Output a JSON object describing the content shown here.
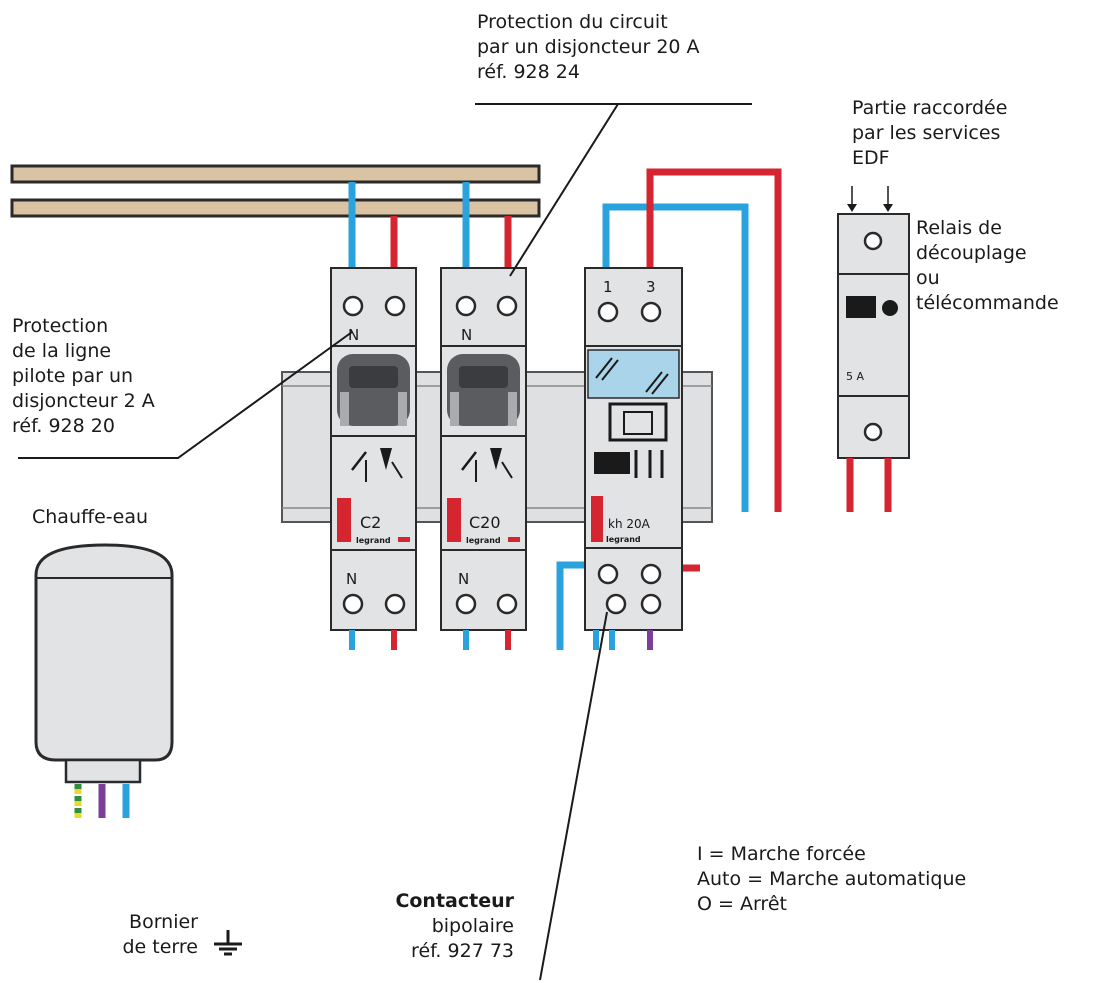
{
  "labels": {
    "breaker20": [
      "Protection du circuit",
      "par un disjoncteur 20 A",
      "réf. 928 24"
    ],
    "edf": [
      "Partie raccordée",
      "par les services",
      "EDF"
    ],
    "relay": [
      "Relais de",
      "découplage",
      "ou",
      "télécommande"
    ],
    "breaker2": [
      "Protection",
      "de la ligne",
      "pilote par un",
      "disjoncteur 2 A",
      "réf. 928 20"
    ],
    "water_heater": "Chauffe-eau",
    "contactor": {
      "title": "Contacteur",
      "lines": [
        "bipolaire",
        "réf. 927 73"
      ]
    },
    "earth_block": [
      "Bornier",
      "de terre"
    ],
    "modes": [
      "I = Marche forcée",
      "Auto = Marche automatique",
      "O = Arrêt"
    ]
  },
  "modules": {
    "breaker_a": {
      "top_mark": "N",
      "rating": "C2",
      "bottom_mark": "N",
      "brand": "legrand"
    },
    "breaker_b": {
      "top_mark": "N",
      "rating": "C20",
      "bottom_mark": "N",
      "brand": "legrand"
    },
    "contactor": {
      "terminal_1": "1",
      "terminal_3": "3",
      "rating": "kh 20A",
      "brand": "legrand"
    },
    "relay": {
      "rating": "5 A"
    }
  },
  "colors": {
    "neutral": "#2aa3dc",
    "phase": "#d42530",
    "pilot": "#7b3f98",
    "earth": "#2f8f3a",
    "bar": "#d9c3a3",
    "module": "#e2e3e5"
  }
}
